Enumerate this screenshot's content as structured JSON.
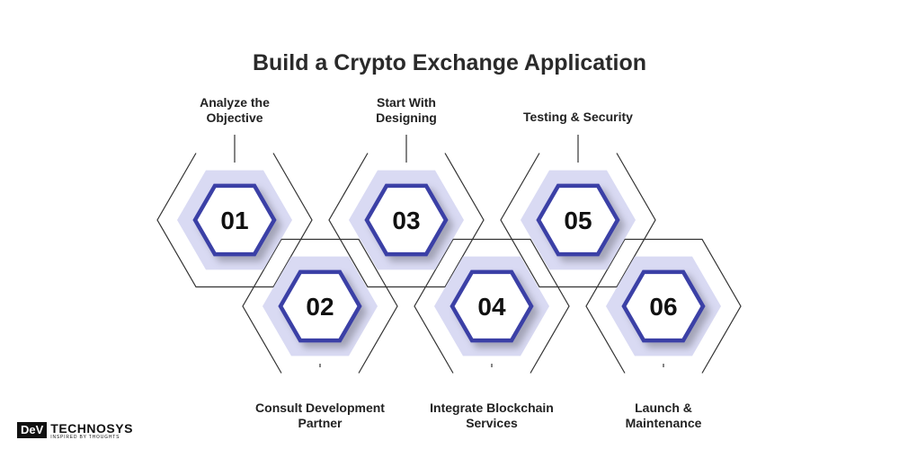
{
  "title": {
    "prefix": "Build a ",
    "emphasis": "Crypto Exchange Application"
  },
  "steps": [
    {
      "number": "01",
      "label": "Analyze the\nObjective"
    },
    {
      "number": "02",
      "label": "Consult Development\nPartner"
    },
    {
      "number": "03",
      "label": "Start With\nDesigning"
    },
    {
      "number": "04",
      "label": "Integrate Blockchain\nServices"
    },
    {
      "number": "05",
      "label": "Testing & Security"
    },
    {
      "number": "06",
      "label": "Launch &\nMaintenance"
    }
  ],
  "logo": {
    "mark": "DeV",
    "name": "TECHNOSYS",
    "tagline": "INSPIRED BY THOUGHTS"
  },
  "colors": {
    "accent": "#3b3fa6",
    "halo": "#d9daf3",
    "line": "#333333"
  }
}
